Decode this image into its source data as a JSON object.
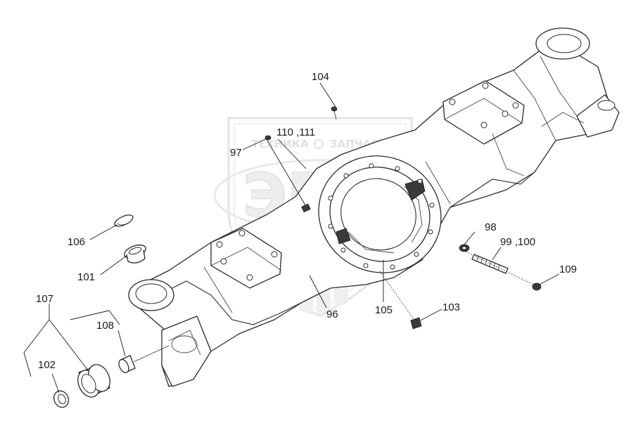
{
  "watermark": {
    "brand": "ЭПФ",
    "tagline_left": "ТЕХНИКА",
    "tagline_right": "ЗАПЧАСТИ"
  },
  "callouts": {
    "c104": "104",
    "c110_111": "110 ,111",
    "c97": "97",
    "c106": "106",
    "c101": "101",
    "c107": "107",
    "c108": "108",
    "c102": "102",
    "c98": "98",
    "c99_100": "99 ,100",
    "c109": "109",
    "c103": "103",
    "c105": "105",
    "c96": "96"
  }
}
